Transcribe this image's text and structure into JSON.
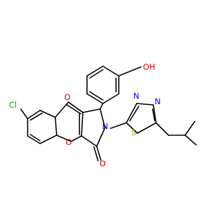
{
  "molecule": {
    "colors": {
      "bond": "#000000",
      "carbon": "#000000",
      "oxygen": "#e00000",
      "nitrogen": "#0000e0",
      "sulfur": "#b8a800",
      "chlorine": "#00a000",
      "background": "#ffffff"
    },
    "atoms": {
      "hydroxyl": "OH",
      "ketone_o": "O",
      "lactam_o": "O",
      "ring_o": "O",
      "chlorine": "Cl",
      "pyrrole_n": "N",
      "thiadiazole_n1": "N",
      "thiadiazole_n2": "N",
      "thiadiazole_s": "S"
    }
  }
}
